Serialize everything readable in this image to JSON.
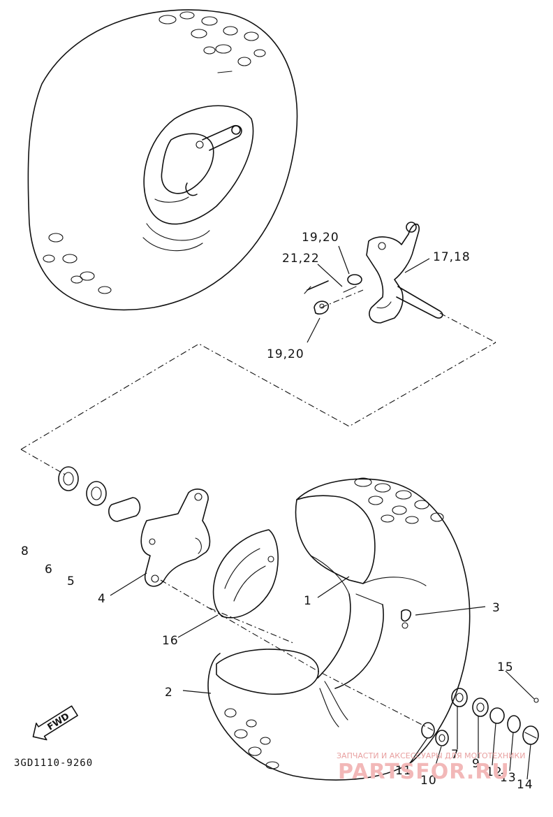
{
  "diagram": {
    "callouts": {
      "c1": "1",
      "c2": "2",
      "c3": "3",
      "c4": "4",
      "c5": "5",
      "c6": "6",
      "c7": "7",
      "c8": "8",
      "c9": "9",
      "c10": "10",
      "c11": "11",
      "c12": "12",
      "c13": "13",
      "c14": "14",
      "c15": "15",
      "c16": "16",
      "c17_18": "17,18",
      "c19_20_top": "19,20",
      "c19_20_bottom": "19,20",
      "c21_22": "21,22"
    },
    "fwd_label": "FWD",
    "part_code": "3GD1110-9260"
  },
  "watermark": {
    "tagline": "ЗАПЧАСТИ И АКСЕССУАРЫ ДЛЯ МОТОТЕХНИКИ",
    "brand": "PARTSFOR.RU"
  }
}
